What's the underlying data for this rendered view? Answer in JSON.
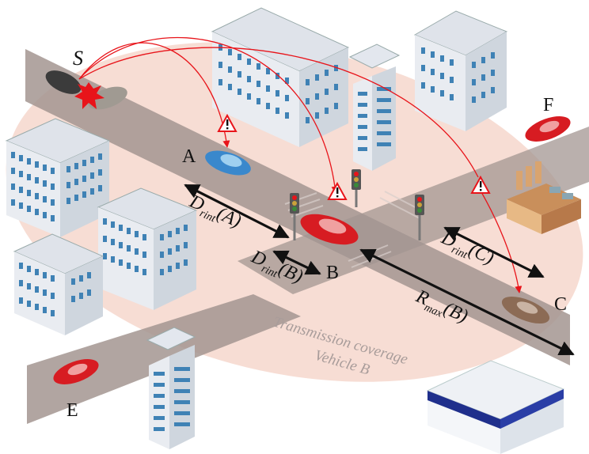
{
  "vehicles": {
    "S": "S",
    "A": "A",
    "B": "B",
    "C": "C",
    "E": "E",
    "F": "F"
  },
  "distances": {
    "d_rint_a": {
      "main": "D",
      "sub": "rint",
      "arg": "(A)"
    },
    "d_rint_b": {
      "main": "D",
      "sub": "rint",
      "arg": "(B)"
    },
    "d_rint_c": {
      "main": "D",
      "sub": "rint",
      "arg": "(C)"
    },
    "r_max_b": {
      "main": "R",
      "sub": "max",
      "arg": "(B)"
    }
  },
  "coverage": {
    "line1": "Transmission coverage",
    "line2": "Vehicle B"
  },
  "colors": {
    "coverage_fill": "#f6d9cf",
    "road": "#a39591",
    "signal_red": "#e8141a",
    "car_red": "#d71c22",
    "car_blue": "#3a88cc",
    "car_brown": "#8c6b55",
    "building_blue": "#3f82b5"
  },
  "icons": [
    "warning-icon",
    "crash-icon",
    "traffic-light-icon",
    "building-icon",
    "factory-icon",
    "car-icon"
  ]
}
